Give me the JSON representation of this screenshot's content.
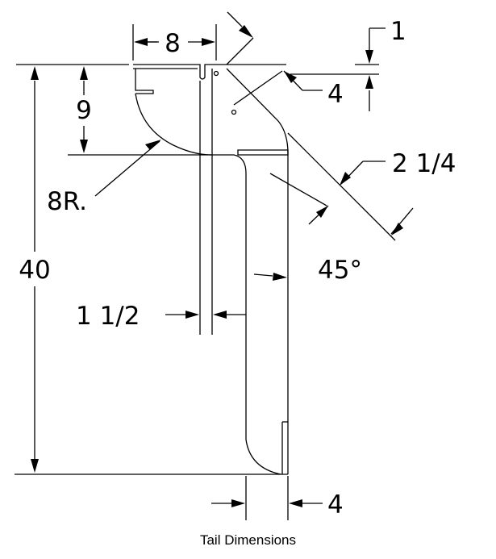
{
  "diagram": {
    "caption": "Tail Dimensions",
    "labels": {
      "top_width": "8",
      "top_offset": "1",
      "upper_depth": "9",
      "radius": "8R.",
      "total_height": "40",
      "center_gap": "1 1/2",
      "small_gap": "4",
      "diag_width": "2 1/4",
      "angle": "45°",
      "bottom_width": "4"
    }
  }
}
